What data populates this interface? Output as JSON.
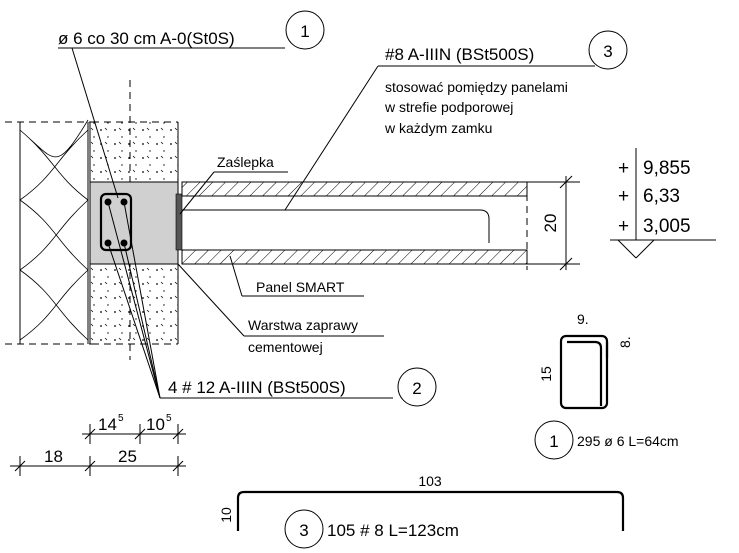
{
  "labels": {
    "stirrup": "ø 6 co 30 cm A-0(St0S)",
    "bar8": "#8 A-IIIN (BSt500S)",
    "bar8_note_1": "stosować pomiędzy panelami",
    "bar8_note_2": "w strefie podporowej",
    "bar8_note_3": "w każdym zamku",
    "plug": "Zaślepka",
    "panel": "Panel SMART",
    "mortar_1": "Warstwa zaprawy",
    "mortar_2": "cementowej",
    "bars12": "4 # 12 A-IIIN (BSt500S)"
  },
  "markers": {
    "m1": "1",
    "m2": "2",
    "m3": "3",
    "m1_schedule": "1",
    "m3_schedule": "3"
  },
  "dimensions": {
    "d14": "14",
    "d14_sup": "5",
    "d10": "10",
    "d10_sup": "5",
    "d18": "18",
    "d25": "25",
    "d20": "20",
    "stirrup_w": "9.",
    "stirrup_hook": "8.",
    "stirrup_h": "15",
    "bar_len": "103",
    "bar_leg": "10"
  },
  "levels": [
    {
      "sign": "+",
      "value": "9,855"
    },
    {
      "sign": "+",
      "value": "6,33"
    },
    {
      "sign": "+",
      "value": "3,005"
    }
  ],
  "schedule": {
    "stirrup": "295 ø 6 L=64cm",
    "bar8": "105 # 8 L=123cm"
  }
}
